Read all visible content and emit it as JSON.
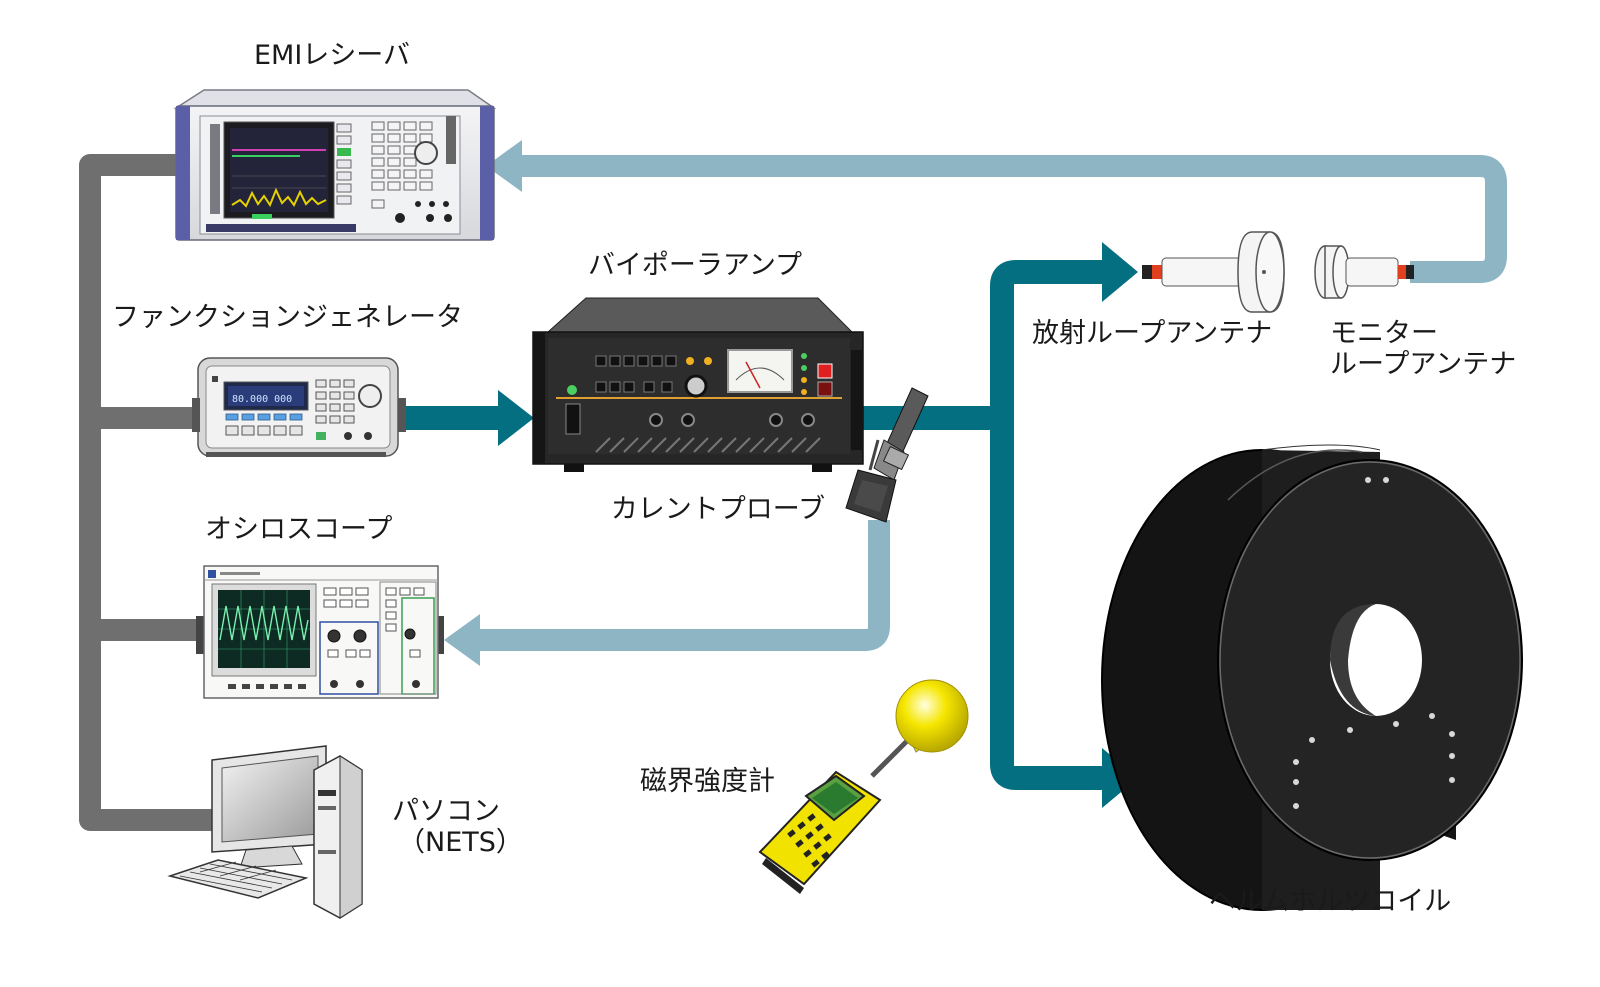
{
  "labels": {
    "emi_receiver": "EMIレシーバ",
    "bipolar_amp": "バイポーラアンプ",
    "function_generator": "ファンクションジェネレータ",
    "current_probe": "カレントプローブ",
    "oscilloscope": "オシロスコープ",
    "pc_line1": "パソコン",
    "pc_line2": "（NETS）",
    "tx_loop_antenna": "放射ループアンテナ",
    "monitor_line1": "モニター",
    "monitor_line2": "ループアンテナ",
    "gauss_meter": "磁界強度計",
    "helmholtz_coil": "ヘルムホルツコイル"
  },
  "function_generator_display": "80.000 000",
  "colors": {
    "control_bus": "#6f6f6f",
    "drive_signal": "#036f80",
    "measure_signal": "#8eb5c4",
    "coil": "#1b1b1b",
    "meter_body": "#f2e200",
    "meter_ball": "#f3e000"
  }
}
